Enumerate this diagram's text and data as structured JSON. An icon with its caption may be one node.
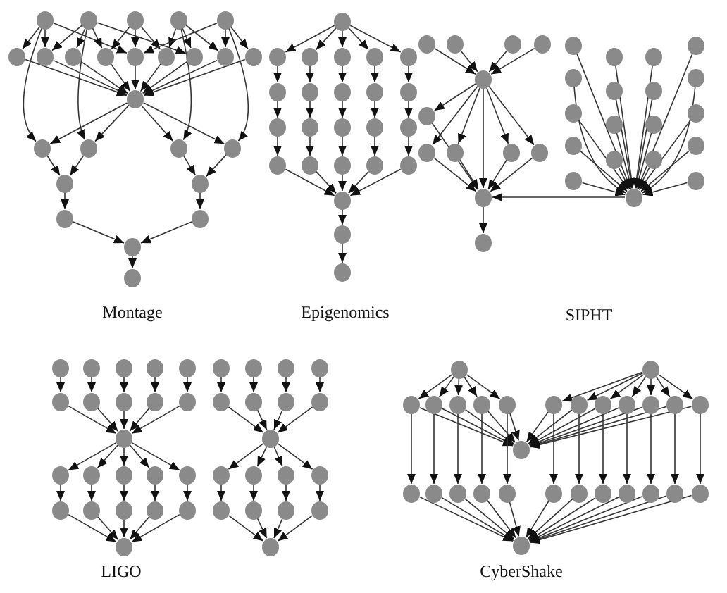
{
  "diagram": {
    "nodes": [
      {
        "text": [],
        "shape": "circle"
      },
      {
        "text": [],
        "shape": "circle"
      },
      {
        "text": [],
        "shape": "circle"
      },
      {
        "text": [],
        "shape": "circle"
      },
      {
        "text": [],
        "shape": "circle"
      },
      {
        "text": [],
        "shape": "circle"
      },
      {
        "text": [],
        "shape": "circle"
      },
      {
        "text": [],
        "shape": "circle"
      },
      {
        "text": [],
        "shape": "circle"
      },
      {
        "text": [],
        "shape": "circle"
      },
      {
        "text": [],
        "shape": "circle"
      },
      {
        "text": [],
        "shape": "circle"
      },
      {
        "text": [],
        "shape": "circle"
      },
      {
        "text": [],
        "shape": "circle"
      },
      {
        "text": [],
        "shape": "circle"
      },
      {
        "text": [],
        "shape": "circle"
      },
      {
        "text": [],
        "shape": "circle"
      },
      {
        "text": [],
        "shape": "circle"
      },
      {
        "text": [],
        "shape": "circle"
      },
      {
        "text": [],
        "shape": "circle"
      },
      {
        "text": [],
        "shape": "circle"
      },
      {
        "text": [],
        "shape": "circle"
      },
      {
        "text": [],
        "shape": "circle"
      },
      {
        "text": [],
        "shape": "circle"
      },
      {
        "text": [],
        "shape": "circle"
      },
      {
        "text": [],
        "shape": "circle"
      },
      {
        "text": [],
        "shape": "circle"
      },
      {
        "text": [],
        "shape": "circle"
      },
      {
        "text": [],
        "shape": "circle"
      },
      {
        "text": [],
        "shape": "circle"
      },
      {
        "text": [],
        "shape": "circle"
      },
      {
        "text": [],
        "shape": "circle"
      },
      {
        "text": [],
        "shape": "circle"
      },
      {
        "text": [],
        "shape": "circle"
      },
      {
        "text": [],
        "shape": "circle"
      },
      {
        "text": [],
        "shape": "circle"
      },
      {
        "text": [],
        "shape": "circle"
      },
      {
        "text": [],
        "shape": "circle"
      },
      {
        "text": [],
        "shape": "circle"
      },
      {
        "text": [],
        "shape": "circle"
      },
      {
        "text": [],
        "shape": "circle"
      },
      {
        "text": [],
        "shape": "circle"
      },
      {
        "text": [],
        "shape": "circle"
      },
      {
        "text": [],
        "shape": "circle"
      },
      {
        "text": [],
        "shape": "circle"
      },
      {
        "text": [],
        "shape": "circle"
      },
      {
        "text": [],
        "shape": "circle"
      },
      {
        "text": [],
        "shape": "circle"
      },
      {
        "text": [],
        "shape": "circle"
      },
      {
        "text": [],
        "shape": "circle"
      },
      {
        "text": [],
        "shape": "circle"
      },
      {
        "text": [],
        "shape": "circle"
      },
      {
        "text": [],
        "shape": "circle"
      },
      {
        "text": [],
        "shape": "circle"
      },
      {
        "text": [],
        "shape": "circle"
      },
      {
        "text": [],
        "shape": "circle"
      },
      {
        "text": [],
        "shape": "circle"
      },
      {
        "text": [],
        "shape": "circle"
      },
      {
        "text": [],
        "shape": "circle"
      },
      {
        "text": [],
        "shape": "circle"
      },
      {
        "text": [],
        "shape": "circle"
      },
      {
        "text": [],
        "shape": "circle"
      },
      {
        "text": [],
        "shape": "circle"
      },
      {
        "text": [],
        "shape": "circle"
      },
      {
        "text": [],
        "shape": "circle"
      },
      {
        "text": [],
        "shape": "circle"
      },
      {
        "text": [],
        "shape": "circle"
      },
      {
        "text": [],
        "shape": "circle"
      },
      {
        "text": [],
        "shape": "circle"
      },
      {
        "text": [],
        "shape": "circle"
      },
      {
        "text": [],
        "shape": "circle"
      },
      {
        "text": [],
        "shape": "circle"
      },
      {
        "text": [],
        "shape": "circle"
      },
      {
        "text": [],
        "shape": "circle"
      },
      {
        "text": [],
        "shape": "circle"
      },
      {
        "text": [],
        "shape": "circle"
      },
      {
        "text": [],
        "shape": "circle"
      },
      {
        "text": [],
        "shape": "circle"
      },
      {
        "text": [],
        "shape": "circle"
      },
      {
        "text": [],
        "shape": "circle"
      },
      {
        "text": [],
        "shape": "circle"
      },
      {
        "text": [],
        "shape": "circle"
      },
      {
        "text": [],
        "shape": "circle"
      },
      {
        "text": [],
        "shape": "circle"
      },
      {
        "text": [],
        "shape": "circle"
      },
      {
        "text": [],
        "shape": "circle"
      },
      {
        "text": [],
        "shape": "circle"
      },
      {
        "text": [],
        "shape": "circle"
      },
      {
        "text": [],
        "shape": "circle"
      },
      {
        "text": [],
        "shape": "circle"
      },
      {
        "text": [],
        "shape": "circle"
      },
      {
        "text": [],
        "shape": "circle"
      },
      {
        "text": [],
        "shape": "circle"
      },
      {
        "text": [],
        "shape": "circle"
      },
      {
        "text": [],
        "shape": "circle"
      },
      {
        "text": [],
        "shape": "circle"
      },
      {
        "text": [],
        "shape": "circle"
      },
      {
        "text": [],
        "shape": "circle"
      },
      {
        "text": [],
        "shape": "circle"
      },
      {
        "text": [],
        "shape": "circle"
      },
      {
        "text": [],
        "shape": "circle"
      },
      {
        "text": [],
        "shape": "circle"
      },
      {
        "text": [],
        "shape": "circle"
      },
      {
        "text": [],
        "shape": "circle"
      },
      {
        "text": [],
        "shape": "circle"
      },
      {
        "text": [],
        "shape": "circle"
      },
      {
        "text": [],
        "shape": "circle"
      },
      {
        "text": [],
        "shape": "circle"
      },
      {
        "text": [],
        "shape": "circle"
      },
      {
        "text": [],
        "shape": "circle"
      },
      {
        "text": [],
        "shape": "circle"
      },
      {
        "text": [],
        "shape": "circle"
      },
      {
        "text": [],
        "shape": "circle"
      },
      {
        "text": [],
        "shape": "circle"
      },
      {
        "text": [],
        "shape": "circle"
      },
      {
        "text": [],
        "shape": "circle"
      },
      {
        "text": [],
        "shape": "circle"
      },
      {
        "text": [],
        "shape": "circle"
      },
      {
        "text": [],
        "shape": "circle"
      },
      {
        "text": [],
        "shape": "circle"
      },
      {
        "text": [],
        "shape": "circle"
      },
      {
        "text": [],
        "shape": "circle"
      },
      {
        "text": [],
        "shape": "circle"
      },
      {
        "text": [],
        "shape": "circle"
      },
      {
        "text": [],
        "shape": "circle"
      },
      {
        "text": [],
        "shape": "circle"
      },
      {
        "text": [],
        "shape": "circle"
      },
      {
        "text": [],
        "shape": "circle"
      },
      {
        "text": [],
        "shape": "circle"
      },
      {
        "text": [],
        "shape": "circle"
      },
      {
        "text": [],
        "shape": "circle"
      },
      {
        "text": [],
        "shape": "circle"
      },
      {
        "text": [],
        "shape": "circle"
      },
      {
        "text": [],
        "shape": "circle"
      },
      {
        "text": [],
        "shape": "circle"
      },
      {
        "text": [],
        "shape": "circle"
      },
      {
        "text": [],
        "shape": "circle"
      },
      {
        "text": [],
        "shape": "circle"
      },
      {
        "text": [],
        "shape": "circle"
      },
      {
        "text": [],
        "shape": "circle"
      },
      {
        "text": [],
        "shape": "circle"
      },
      {
        "text": [],
        "shape": "circle"
      },
      {
        "text": [],
        "shape": "circle"
      },
      {
        "text": [],
        "shape": "circle"
      },
      {
        "text": [],
        "shape": "circle"
      },
      {
        "text": [],
        "shape": "circle"
      },
      {
        "text": [],
        "shape": "circle"
      },
      {
        "text": [],
        "shape": "circle"
      }
    ],
    "edges": [
      {
        "from": 0,
        "to": 5,
        "arrow": "to"
      },
      {
        "from": 0,
        "to": 6,
        "arrow": "to"
      },
      {
        "from": 0,
        "to": 9,
        "arrow": "to"
      },
      {
        "from": 1,
        "to": 6,
        "arrow": "to"
      },
      {
        "from": 1,
        "to": 7,
        "arrow": "to"
      },
      {
        "from": 1,
        "to": 8,
        "arrow": "to"
      },
      {
        "from": 1,
        "to": 11,
        "arrow": "to"
      },
      {
        "from": 2,
        "to": 8,
        "arrow": "to"
      },
      {
        "from": 2,
        "to": 9,
        "arrow": "to"
      },
      {
        "from": 2,
        "to": 10,
        "arrow": "to"
      },
      {
        "from": 3,
        "to": 10,
        "arrow": "to"
      },
      {
        "from": 3,
        "to": 11,
        "arrow": "to"
      },
      {
        "from": 3,
        "to": 12,
        "arrow": "to"
      },
      {
        "from": 4,
        "to": 9,
        "arrow": "to"
      },
      {
        "from": 4,
        "to": 12,
        "arrow": "to"
      },
      {
        "from": 4,
        "to": 13,
        "arrow": "to"
      },
      {
        "from": 0,
        "to": 15,
        "arrow": "to"
      },
      {
        "from": 1,
        "to": 16,
        "arrow": "to"
      },
      {
        "from": 3,
        "to": 17,
        "arrow": "to"
      },
      {
        "from": 4,
        "to": 18,
        "arrow": "to"
      },
      {
        "from": 5,
        "to": 14,
        "arrow": "to"
      },
      {
        "from": 6,
        "to": 14,
        "arrow": "to"
      },
      {
        "from": 7,
        "to": 14,
        "arrow": "to"
      },
      {
        "from": 8,
        "to": 14,
        "arrow": "to"
      },
      {
        "from": 9,
        "to": 14,
        "arrow": "to"
      },
      {
        "from": 10,
        "to": 14,
        "arrow": "to"
      },
      {
        "from": 11,
        "to": 14,
        "arrow": "to"
      },
      {
        "from": 12,
        "to": 14,
        "arrow": "to"
      },
      {
        "from": 13,
        "to": 14,
        "arrow": "to"
      },
      {
        "from": 14,
        "to": 15,
        "arrow": "to"
      },
      {
        "from": 14,
        "to": 16,
        "arrow": "to"
      },
      {
        "from": 14,
        "to": 17,
        "arrow": "to"
      },
      {
        "from": 14,
        "to": 18,
        "arrow": "to"
      },
      {
        "from": 15,
        "to": 19,
        "arrow": "to"
      },
      {
        "from": 16,
        "to": 19,
        "arrow": "to"
      },
      {
        "from": 17,
        "to": 20,
        "arrow": "to"
      },
      {
        "from": 18,
        "to": 20,
        "arrow": "to"
      },
      {
        "from": 19,
        "to": 21,
        "arrow": "to"
      },
      {
        "from": 20,
        "to": 22,
        "arrow": "to"
      },
      {
        "from": 21,
        "to": 23,
        "arrow": "to"
      },
      {
        "from": 22,
        "to": 23,
        "arrow": "to"
      },
      {
        "from": 23,
        "to": 24,
        "arrow": "to"
      },
      {
        "from": 25,
        "to": 26,
        "arrow": "to"
      },
      {
        "from": 25,
        "to": 27,
        "arrow": "to"
      },
      {
        "from": 25,
        "to": 28,
        "arrow": "to"
      },
      {
        "from": 25,
        "to": 29,
        "arrow": "to"
      },
      {
        "from": 25,
        "to": 30,
        "arrow": "to"
      },
      {
        "from": 26,
        "to": 31,
        "arrow": "to"
      },
      {
        "from": 27,
        "to": 32,
        "arrow": "to"
      },
      {
        "from": 28,
        "to": 33,
        "arrow": "to"
      },
      {
        "from": 29,
        "to": 34,
        "arrow": "to"
      },
      {
        "from": 30,
        "to": 35,
        "arrow": "to"
      },
      {
        "from": 31,
        "to": 36,
        "arrow": "to"
      },
      {
        "from": 32,
        "to": 37,
        "arrow": "to"
      },
      {
        "from": 33,
        "to": 38,
        "arrow": "to"
      },
      {
        "from": 34,
        "to": 39,
        "arrow": "to"
      },
      {
        "from": 35,
        "to": 40,
        "arrow": "to"
      },
      {
        "from": 36,
        "to": 41,
        "arrow": "to"
      },
      {
        "from": 37,
        "to": 42,
        "arrow": "to"
      },
      {
        "from": 38,
        "to": 43,
        "arrow": "to"
      },
      {
        "from": 39,
        "to": 44,
        "arrow": "to"
      },
      {
        "from": 40,
        "to": 45,
        "arrow": "to"
      },
      {
        "from": 41,
        "to": 46,
        "arrow": "to"
      },
      {
        "from": 42,
        "to": 46,
        "arrow": "to"
      },
      {
        "from": 43,
        "to": 46,
        "arrow": "to"
      },
      {
        "from": 44,
        "to": 46,
        "arrow": "to"
      },
      {
        "from": 45,
        "to": 46,
        "arrow": "to"
      },
      {
        "from": 46,
        "to": 47,
        "arrow": "to"
      },
      {
        "from": 47,
        "to": 48,
        "arrow": "to"
      },
      {
        "from": 49,
        "to": 53,
        "arrow": "to"
      },
      {
        "from": 50,
        "to": 53,
        "arrow": "to"
      },
      {
        "from": 51,
        "to": 53,
        "arrow": "to"
      },
      {
        "from": 52,
        "to": 53,
        "arrow": "to"
      },
      {
        "from": 53,
        "to": 54,
        "arrow": "to"
      },
      {
        "from": 53,
        "to": 55,
        "arrow": "to"
      },
      {
        "from": 53,
        "to": 56,
        "arrow": "to"
      },
      {
        "from": 53,
        "to": 57,
        "arrow": "to"
      },
      {
        "from": 53,
        "to": 58,
        "arrow": "to"
      },
      {
        "from": 53,
        "to": 59,
        "arrow": "to"
      },
      {
        "from": 54,
        "to": 59,
        "arrow": "to"
      },
      {
        "from": 55,
        "to": 59,
        "arrow": "to"
      },
      {
        "from": 56,
        "to": 59,
        "arrow": "to"
      },
      {
        "from": 57,
        "to": 59,
        "arrow": "to"
      },
      {
        "from": 58,
        "to": 59,
        "arrow": "to"
      },
      {
        "from": 59,
        "to": 60,
        "arrow": "to"
      },
      {
        "from": 61,
        "to": 79,
        "arrow": "to"
      },
      {
        "from": 62,
        "to": 79,
        "arrow": "to"
      },
      {
        "from": 63,
        "to": 79,
        "arrow": "to"
      },
      {
        "from": 64,
        "to": 79,
        "arrow": "to"
      },
      {
        "from": 65,
        "to": 79,
        "arrow": "to"
      },
      {
        "from": 66,
        "to": 79,
        "arrow": "to"
      },
      {
        "from": 67,
        "to": 79,
        "arrow": "to"
      },
      {
        "from": 68,
        "to": 79,
        "arrow": "to"
      },
      {
        "from": 69,
        "to": 79,
        "arrow": "to"
      },
      {
        "from": 70,
        "to": 79,
        "arrow": "to"
      },
      {
        "from": 71,
        "to": 79,
        "arrow": "to"
      },
      {
        "from": 72,
        "to": 79,
        "arrow": "to"
      },
      {
        "from": 73,
        "to": 79,
        "arrow": "to"
      },
      {
        "from": 74,
        "to": 79,
        "arrow": "to"
      },
      {
        "from": 75,
        "to": 79,
        "arrow": "to"
      },
      {
        "from": 76,
        "to": 79,
        "arrow": "to"
      },
      {
        "from": 77,
        "to": 79,
        "arrow": "to"
      },
      {
        "from": 78,
        "to": 79,
        "arrow": "to"
      },
      {
        "from": 79,
        "to": 59,
        "arrow": "to"
      },
      {
        "from": 80,
        "to": 85,
        "arrow": "to"
      },
      {
        "from": 81,
        "to": 86,
        "arrow": "to"
      },
      {
        "from": 82,
        "to": 87,
        "arrow": "to"
      },
      {
        "from": 83,
        "to": 88,
        "arrow": "to"
      },
      {
        "from": 84,
        "to": 89,
        "arrow": "to"
      },
      {
        "from": 85,
        "to": 90,
        "arrow": "to"
      },
      {
        "from": 86,
        "to": 90,
        "arrow": "to"
      },
      {
        "from": 87,
        "to": 90,
        "arrow": "to"
      },
      {
        "from": 88,
        "to": 90,
        "arrow": "to"
      },
      {
        "from": 89,
        "to": 90,
        "arrow": "to"
      },
      {
        "from": 90,
        "to": 91,
        "arrow": "to"
      },
      {
        "from": 90,
        "to": 92,
        "arrow": "to"
      },
      {
        "from": 90,
        "to": 93,
        "arrow": "to"
      },
      {
        "from": 90,
        "to": 94,
        "arrow": "to"
      },
      {
        "from": 90,
        "to": 95,
        "arrow": "to"
      },
      {
        "from": 91,
        "to": 96,
        "arrow": "to"
      },
      {
        "from": 92,
        "to": 97,
        "arrow": "to"
      },
      {
        "from": 93,
        "to": 98,
        "arrow": "to"
      },
      {
        "from": 94,
        "to": 99,
        "arrow": "to"
      },
      {
        "from": 95,
        "to": 100,
        "arrow": "to"
      },
      {
        "from": 96,
        "to": 101,
        "arrow": "to"
      },
      {
        "from": 97,
        "to": 101,
        "arrow": "to"
      },
      {
        "from": 98,
        "to": 101,
        "arrow": "to"
      },
      {
        "from": 99,
        "to": 101,
        "arrow": "to"
      },
      {
        "from": 100,
        "to": 101,
        "arrow": "to"
      },
      {
        "from": 102,
        "to": 106,
        "arrow": "to"
      },
      {
        "from": 103,
        "to": 107,
        "arrow": "to"
      },
      {
        "from": 104,
        "to": 108,
        "arrow": "to"
      },
      {
        "from": 105,
        "to": 109,
        "arrow": "to"
      },
      {
        "from": 106,
        "to": 110,
        "arrow": "to"
      },
      {
        "from": 107,
        "to": 110,
        "arrow": "to"
      },
      {
        "from": 108,
        "to": 110,
        "arrow": "to"
      },
      {
        "from": 109,
        "to": 110,
        "arrow": "to"
      },
      {
        "from": 110,
        "to": 111,
        "arrow": "to"
      },
      {
        "from": 110,
        "to": 112,
        "arrow": "to"
      },
      {
        "from": 110,
        "to": 113,
        "arrow": "to"
      },
      {
        "from": 110,
        "to": 114,
        "arrow": "to"
      },
      {
        "from": 111,
        "to": 115,
        "arrow": "to"
      },
      {
        "from": 112,
        "to": 116,
        "arrow": "to"
      },
      {
        "from": 113,
        "to": 117,
        "arrow": "to"
      },
      {
        "from": 114,
        "to": 118,
        "arrow": "to"
      },
      {
        "from": 115,
        "to": 119,
        "arrow": "to"
      },
      {
        "from": 116,
        "to": 119,
        "arrow": "to"
      },
      {
        "from": 117,
        "to": 119,
        "arrow": "to"
      },
      {
        "from": 118,
        "to": 119,
        "arrow": "to"
      },
      {
        "from": 120,
        "to": 122,
        "arrow": "to"
      },
      {
        "from": 120,
        "to": 123,
        "arrow": "to"
      },
      {
        "from": 120,
        "to": 124,
        "arrow": "to"
      },
      {
        "from": 120,
        "to": 125,
        "arrow": "to"
      },
      {
        "from": 120,
        "to": 126,
        "arrow": "to"
      },
      {
        "from": 121,
        "to": 127,
        "arrow": "to"
      },
      {
        "from": 121,
        "to": 128,
        "arrow": "to"
      },
      {
        "from": 121,
        "to": 129,
        "arrow": "to"
      },
      {
        "from": 121,
        "to": 130,
        "arrow": "to"
      },
      {
        "from": 121,
        "to": 131,
        "arrow": "to"
      },
      {
        "from": 121,
        "to": 132,
        "arrow": "to"
      },
      {
        "from": 121,
        "to": 133,
        "arrow": "to"
      },
      {
        "from": 122,
        "to": 134,
        "arrow": "to"
      },
      {
        "from": 123,
        "to": 134,
        "arrow": "to"
      },
      {
        "from": 124,
        "to": 134,
        "arrow": "to"
      },
      {
        "from": 125,
        "to": 134,
        "arrow": "to"
      },
      {
        "from": 126,
        "to": 134,
        "arrow": "to"
      },
      {
        "from": 127,
        "to": 134,
        "arrow": "to"
      },
      {
        "from": 128,
        "to": 134,
        "arrow": "to"
      },
      {
        "from": 129,
        "to": 134,
        "arrow": "to"
      },
      {
        "from": 130,
        "to": 134,
        "arrow": "to"
      },
      {
        "from": 131,
        "to": 134,
        "arrow": "to"
      },
      {
        "from": 132,
        "to": 134,
        "arrow": "to"
      },
      {
        "from": 133,
        "to": 134,
        "arrow": "to"
      },
      {
        "from": 122,
        "to": 135,
        "arrow": "to"
      },
      {
        "from": 123,
        "to": 136,
        "arrow": "to"
      },
      {
        "from": 124,
        "to": 137,
        "arrow": "to"
      },
      {
        "from": 125,
        "to": 138,
        "arrow": "to"
      },
      {
        "from": 126,
        "to": 139,
        "arrow": "to"
      },
      {
        "from": 127,
        "to": 140,
        "arrow": "to"
      },
      {
        "from": 128,
        "to": 141,
        "arrow": "to"
      },
      {
        "from": 129,
        "to": 142,
        "arrow": "to"
      },
      {
        "from": 130,
        "to": 143,
        "arrow": "to"
      },
      {
        "from": 131,
        "to": 144,
        "arrow": "to"
      },
      {
        "from": 132,
        "to": 145,
        "arrow": "to"
      },
      {
        "from": 133,
        "to": 146,
        "arrow": "to"
      },
      {
        "from": 135,
        "to": 147,
        "arrow": "to"
      },
      {
        "from": 136,
        "to": 147,
        "arrow": "to"
      },
      {
        "from": 137,
        "to": 147,
        "arrow": "to"
      },
      {
        "from": 138,
        "to": 147,
        "arrow": "to"
      },
      {
        "from": 139,
        "to": 147,
        "arrow": "to"
      },
      {
        "from": 140,
        "to": 147,
        "arrow": "to"
      },
      {
        "from": 141,
        "to": 147,
        "arrow": "to"
      },
      {
        "from": 142,
        "to": 147,
        "arrow": "to"
      },
      {
        "from": 143,
        "to": 147,
        "arrow": "to"
      },
      {
        "from": 144,
        "to": 147,
        "arrow": "to"
      },
      {
        "from": 145,
        "to": 147,
        "arrow": "to"
      },
      {
        "from": 146,
        "to": 147,
        "arrow": "to"
      }
    ],
    "labels": [
      "Montage",
      "Epigenomics",
      "SIPHT",
      "LIGO",
      "CyberShake"
    ]
  }
}
